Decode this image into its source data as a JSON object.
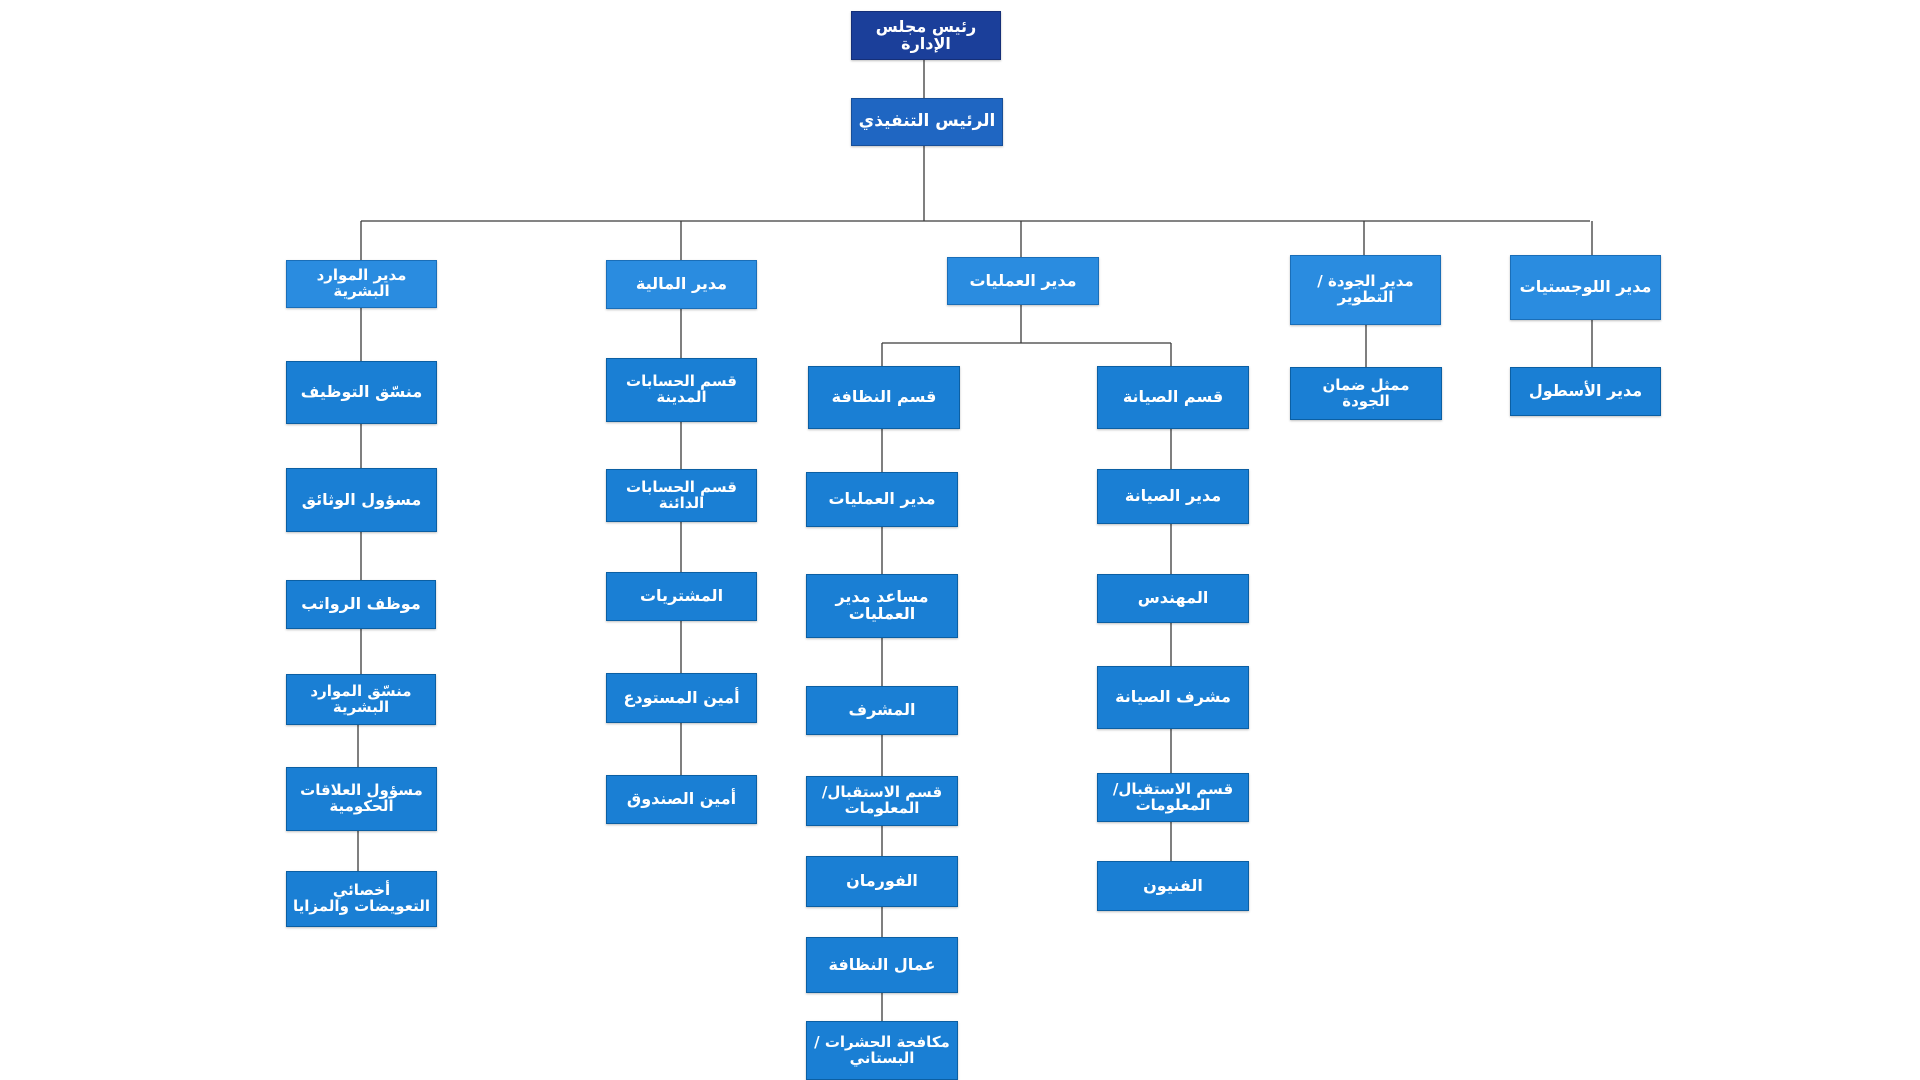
{
  "colors": {
    "chairman": "#1b3f9a",
    "ceo": "#1f66c2",
    "department": "#2a8ce0",
    "unit": "#1a7fd4",
    "connector": "#3a3a3a"
  },
  "chart": {
    "chairman": "رئيس مجلس الإدارة",
    "ceo": "الرئيس التنفيذي",
    "hr": {
      "head": "مدير الموارد البشرية",
      "items": [
        "منسّق التوظيف",
        "مسؤول الوثائق",
        "موظف الرواتب",
        "منسّق الموارد البشرية",
        "مسؤول العلاقات الحكومية",
        "أخصائي التعويضات والمزايا"
      ]
    },
    "finance": {
      "head": "مدير المالية",
      "items": [
        "قسم الحسابات المدينة",
        "قسم الحسابات الدائنة",
        "المشتريات",
        "أمين المستودع",
        "أمين الصندوق"
      ]
    },
    "operations": {
      "head": "مدير العمليات",
      "cleaning": {
        "head": "قسم النظافة",
        "items": [
          "مدير العمليات",
          "مساعد مدير العمليات",
          "المشرف",
          "قسم الاستقبال/ المعلومات",
          "الفورمان",
          "عمال النظافة",
          "مكافحة الحشرات / البستاني"
        ]
      },
      "maintenance": {
        "head": "قسم الصيانة",
        "items": [
          "مدير الصيانة",
          "المهندس",
          "مشرف الصيانة",
          "قسم الاستقبال/ المعلومات",
          "الفنيون"
        ]
      }
    },
    "quality": {
      "head": "مدير الجودة / التطوير",
      "items": [
        "ممثل ضمان الجودة"
      ]
    },
    "logistics": {
      "head": "مدير اللوجستيات",
      "items": [
        "مدير الأسطول"
      ]
    }
  }
}
